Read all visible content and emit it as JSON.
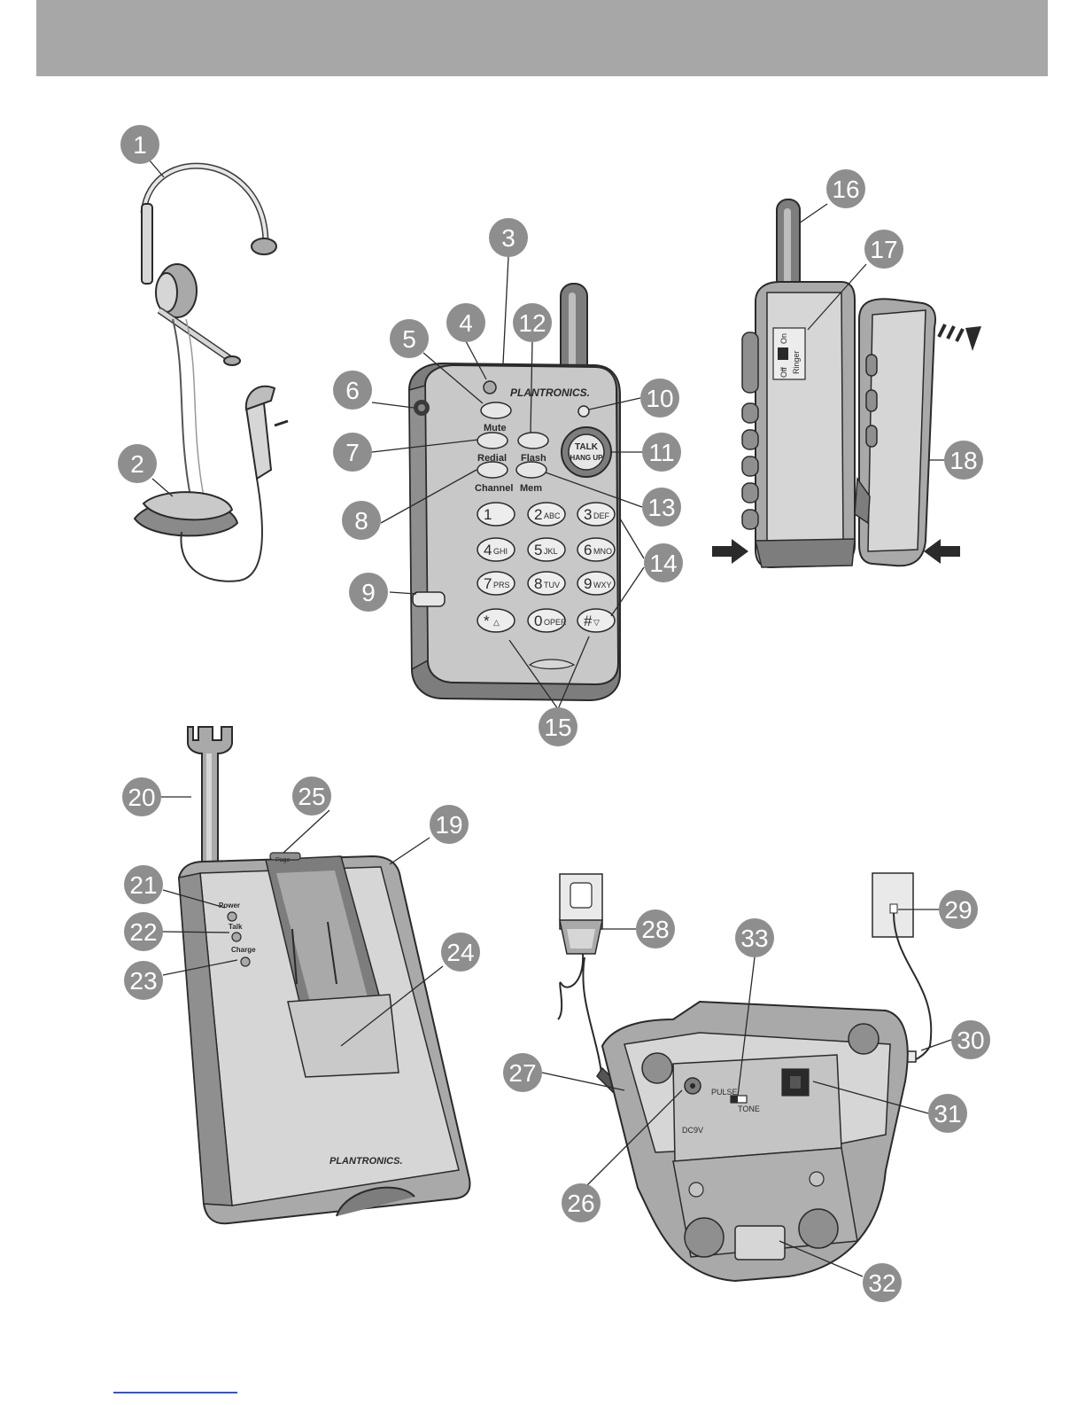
{
  "colors": {
    "header": "#a7a7a7",
    "callout": "#8e8e8e",
    "body_light": "#d6d6d6",
    "body_mid": "#a9a9a9",
    "body_dark": "#7d7d7d",
    "outline": "#2a2a2a"
  },
  "callouts": [
    "1",
    "2",
    "3",
    "4",
    "5",
    "6",
    "7",
    "8",
    "9",
    "10",
    "11",
    "12",
    "13",
    "14",
    "15",
    "16",
    "17",
    "18",
    "19",
    "20",
    "21",
    "22",
    "23",
    "24",
    "25",
    "26",
    "27",
    "28",
    "29",
    "30",
    "31",
    "32",
    "33"
  ],
  "handset": {
    "brand": "PLANTRONICS.",
    "buttons": {
      "mute": "Mute",
      "redial": "Redial",
      "channel": "Channel",
      "flash": "Flash",
      "mem": "Mem",
      "talk": "TALK",
      "hangup": "HANG UP"
    },
    "keypad": [
      {
        "d": "1",
        "l": ""
      },
      {
        "d": "2",
        "l": "ABC"
      },
      {
        "d": "3",
        "l": "DEF"
      },
      {
        "d": "4",
        "l": "GHI"
      },
      {
        "d": "5",
        "l": "JKL"
      },
      {
        "d": "6",
        "l": "MNO"
      },
      {
        "d": "7",
        "l": "PRS"
      },
      {
        "d": "8",
        "l": "TUV"
      },
      {
        "d": "9",
        "l": "WXY"
      },
      {
        "d": "*",
        "l": "△"
      },
      {
        "d": "0",
        "l": "OPER"
      },
      {
        "d": "#",
        "l": "▽"
      }
    ],
    "ringer": {
      "off": "Off",
      "on": "On",
      "label": "Ringer"
    }
  },
  "base": {
    "brand": "PLANTRONICS.",
    "page": "Page",
    "power": "Power",
    "talk": "Talk",
    "charge": "Charge"
  },
  "base_bottom": {
    "pulse": "PULSE",
    "tone": "TONE",
    "dc": "DC9V"
  }
}
